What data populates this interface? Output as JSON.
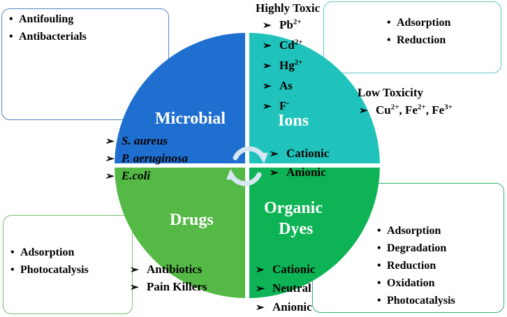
{
  "colors": {
    "microbial": "#1f6fd0",
    "ions": "#1fc3bc",
    "drugs": "#55b946",
    "organic_dyes": "#0db354",
    "arrow": "#d7e6f3"
  },
  "boxes": {
    "top_left": [
      "Antifouling",
      "Antibacterials"
    ],
    "top_right": [
      "Adsorption",
      "Reduction"
    ],
    "bottom_left": [
      "Adsorption",
      "Photocatalysis"
    ],
    "bottom_right": [
      "Adsorption",
      "Degradation",
      "Reduction",
      "Oxidation",
      "Photocatalysis"
    ]
  },
  "quadrants": {
    "microbial": {
      "label": "Microbial",
      "items": [
        "S. aureus",
        "P. aeruginosa",
        "E.coli"
      ]
    },
    "ions": {
      "label": "Ions",
      "highly_toxic_heading": "Highly Toxic",
      "highly_toxic": [
        {
          "base": "Pb",
          "charge": "2+"
        },
        {
          "base": "Cd",
          "charge": "2+"
        },
        {
          "base": "Hg",
          "charge": "2+"
        },
        {
          "base": "As",
          "charge": ""
        },
        {
          "base": "F",
          "charge": "-"
        }
      ],
      "low_toxicity_heading": "Low Toxicity",
      "low_toxicity": {
        "cu": "Cu",
        "cu_charge": "2+",
        "sep1": ", ",
        "fe": "Fe",
        "fe2_charge": "2+",
        "sep2": ", ",
        "fe3": "Fe",
        "fe3_charge": "3+"
      },
      "types": [
        "Cationic",
        "Anionic"
      ]
    },
    "drugs": {
      "label": "Drugs",
      "items": [
        "Antibiotics",
        "Pain Killers"
      ]
    },
    "organic_dyes": {
      "label_line1": "Organic",
      "label_line2": "Dyes",
      "items": [
        "Cationic",
        "Neutral",
        "Anionic"
      ]
    }
  }
}
